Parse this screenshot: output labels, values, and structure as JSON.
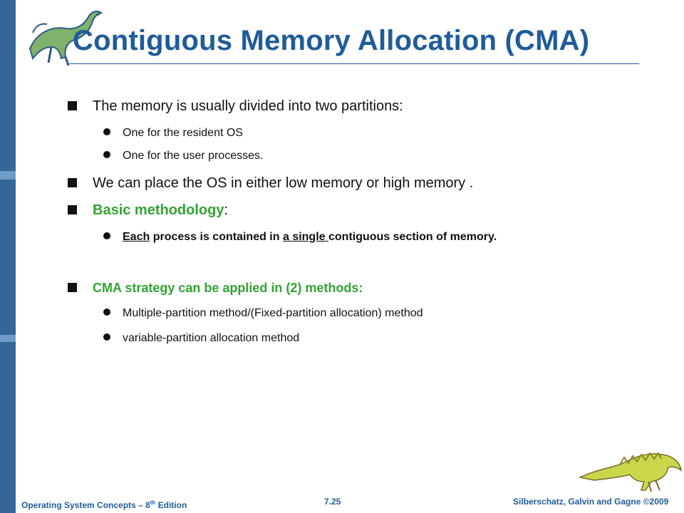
{
  "slide": {
    "title": "Contiguous Memory Allocation (CMA)",
    "bullets": {
      "b1": "The memory is usually divided into two partitions:",
      "b1_sub1": "One for the resident OS",
      "b1_sub2": "One for the user processes.",
      "b2": "We can place the OS in either low memory or high memory .",
      "b3_label": "Basic methodology",
      "b3_colon": ":",
      "b3_sub1_each": "Each",
      "b3_sub1_mid": " process is contained in ",
      "b3_sub1_single": "a single ",
      "b3_sub1_end": "contiguous section of memory.",
      "b4": "CMA strategy can be applied in (2) methods:",
      "b4_sub1": "Multiple-partition method/(Fixed-partition allocation) method",
      "b4_sub2": "variable-partition allocation method"
    },
    "colors": {
      "title": "#1f5c99",
      "accent_green": "#33a333",
      "sidebar": "#336699"
    }
  },
  "footer": {
    "left_prefix": "Operating System Concepts – 8",
    "left_sup": "th",
    "left_suffix": " Edition",
    "page_number": "7.25",
    "right": "Silberschatz, Galvin and Gagne ©2009"
  }
}
